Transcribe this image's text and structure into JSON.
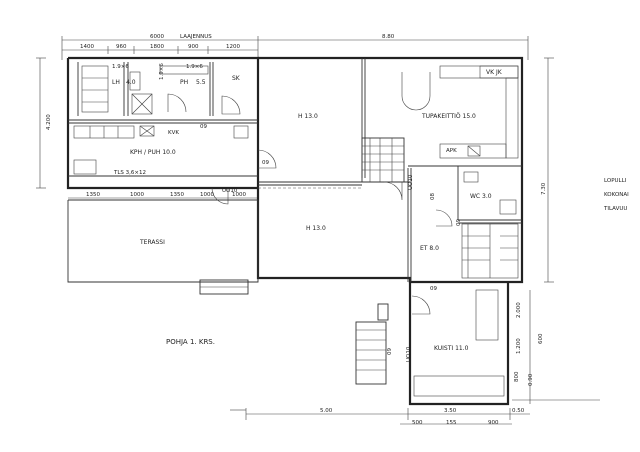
{
  "header": {
    "laajennus_dim": "6000",
    "laajennus_label": "LAAJENNUS",
    "overall_dim": "8.80"
  },
  "top_dims": [
    "1400",
    "960",
    "1800",
    "900",
    "1200"
  ],
  "left_dims": [
    "4.200"
  ],
  "right_dims": [
    "7.30"
  ],
  "mid_dims": [
    "1350",
    "1000",
    "1350",
    "1000",
    "1000"
  ],
  "rooms": {
    "lh": "LH",
    "lh_area": "4.0",
    "lh_bench": "1.9×6",
    "lh_side": "1.9×6",
    "ph": "PH",
    "ph_area": "5.5",
    "ph_bench": "1.9×6",
    "sk": "SK",
    "h1": "H 13.0",
    "tupakeittio": "TUPAKEITTIÖ 15.0",
    "vk_jk": "VK  JK",
    "apk": "APK",
    "kph": "KPH / PUH 10.0",
    "kph_side": "KVK",
    "tls": "TLS  3,6×12",
    "h2": "H 13.0",
    "wc": "WC 3.0",
    "et": "ET 8.0",
    "terassi": "TERASSI",
    "kuisti": "KUISTI 11.0"
  },
  "door_tags": [
    "09",
    "09",
    "UO10",
    "08",
    "09",
    "UO10",
    "UO10",
    "09",
    "09"
  ],
  "title": "POHJA   1. KRS.",
  "bottom_dims": [
    "5.00",
    "3.50",
    "0.50"
  ],
  "bottom_sub_dims": [
    "500",
    "155",
    "900"
  ],
  "kuisti_right_dims": [
    "2.000",
    "600",
    "1.200",
    "800",
    "0.90"
  ],
  "right_notes": [
    "LOPULLI",
    "KOKONAI",
    "TILAVUU"
  ]
}
